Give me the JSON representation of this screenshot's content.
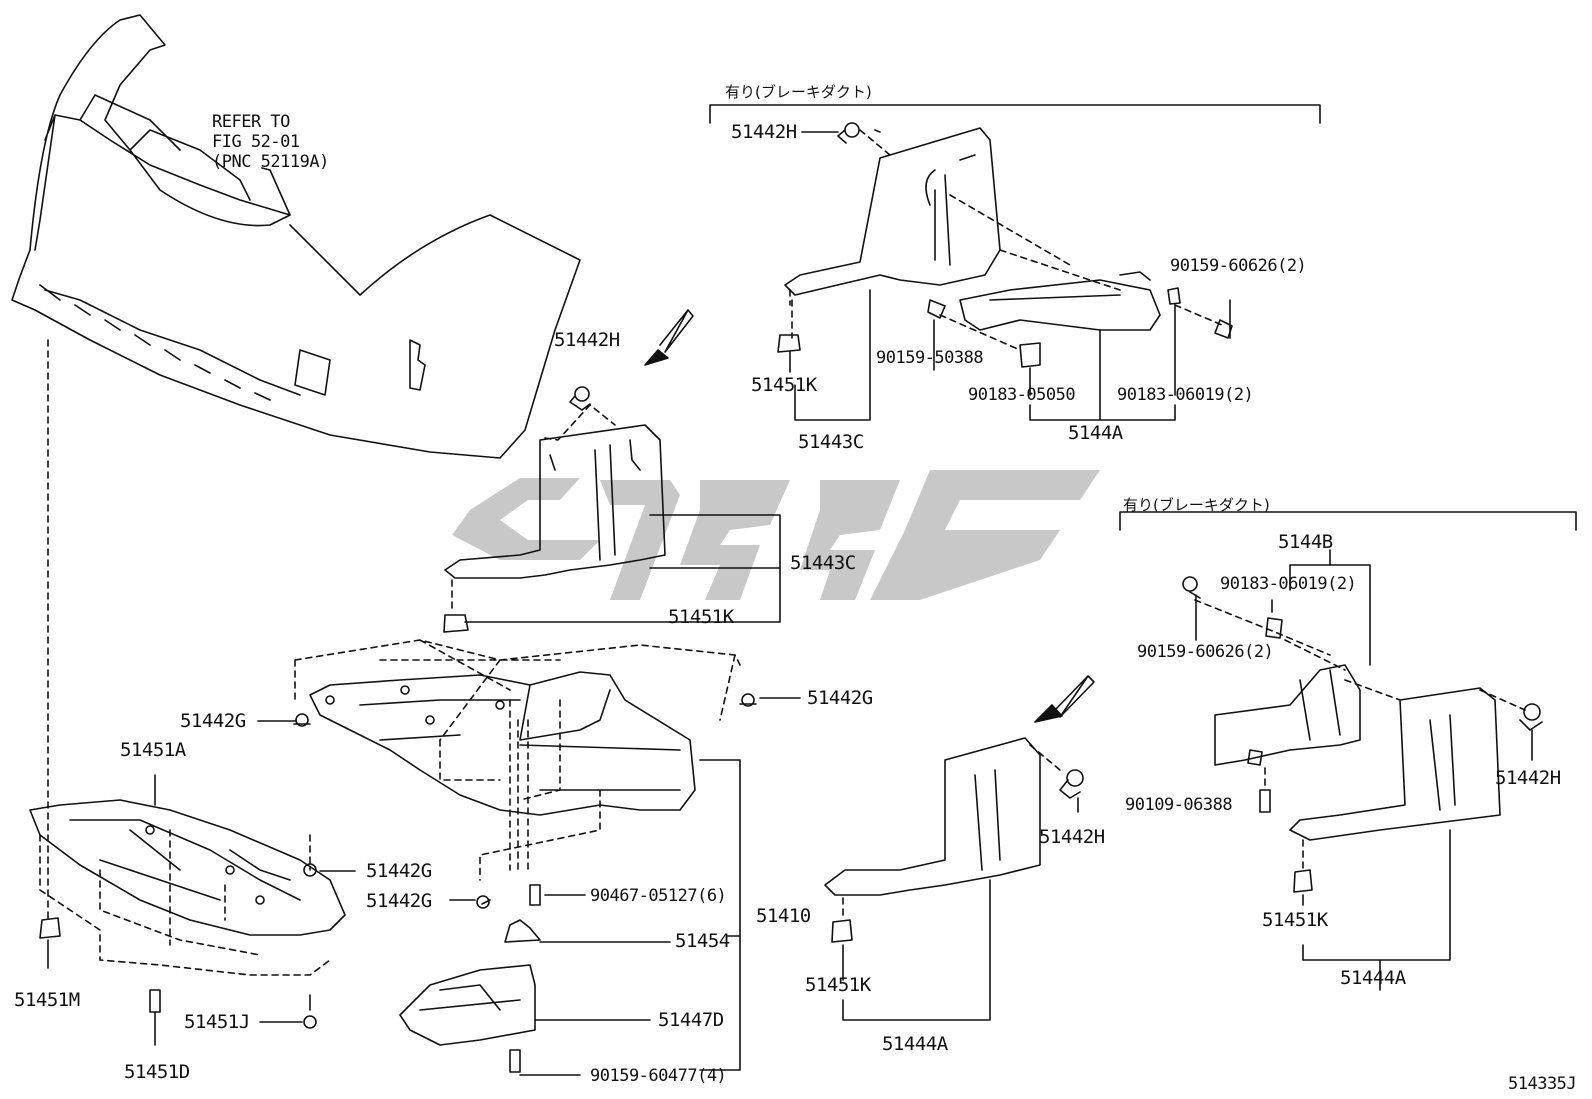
{
  "diagram": {
    "reference_note": [
      "REFER TO",
      "FIG 52-01",
      "(PNC 52119A)"
    ],
    "option_notes": [
      "有り(ブレーキダクト)",
      "有り(ブレーキダクト)"
    ],
    "figure_code": "514335J",
    "watermark": {
      "color": "#c8c8c8"
    },
    "part_labels": [
      "51442H",
      "90159-60626(2)",
      "90159-50388",
      "51451K",
      "90183-05050",
      "90183-06019(2)",
      "51443C",
      "5144A",
      "51442H",
      "51443C",
      "51451K",
      "5144B",
      "90183-06019(2)",
      "90159-60626(2)",
      "51442G",
      "51442G",
      "51451A",
      "51442G",
      "51442G",
      "90467-05127(6)",
      "51454",
      "51410",
      "51447D",
      "90159-60477(4)",
      "51451M",
      "51451J",
      "51451D",
      "51442H",
      "51442H",
      "90109-06388",
      "51451K",
      "51451K",
      "51444A",
      "51444A"
    ]
  }
}
